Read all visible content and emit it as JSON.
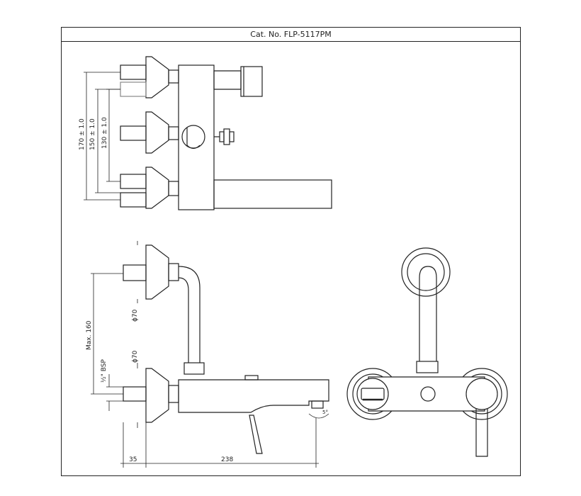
{
  "title": "Cat. No. FLP-5117PM",
  "dimensions": {
    "d170": "170 ± 1.0",
    "d150": "150 ± 1.0",
    "d130": "130 ± 1.0",
    "max160": "Max. 160",
    "dia70_upper": "ϕ70",
    "dia70_lower": "ϕ70",
    "bsp": "½\" BSP",
    "d35": "35",
    "d238": "238",
    "angle": "5°"
  }
}
